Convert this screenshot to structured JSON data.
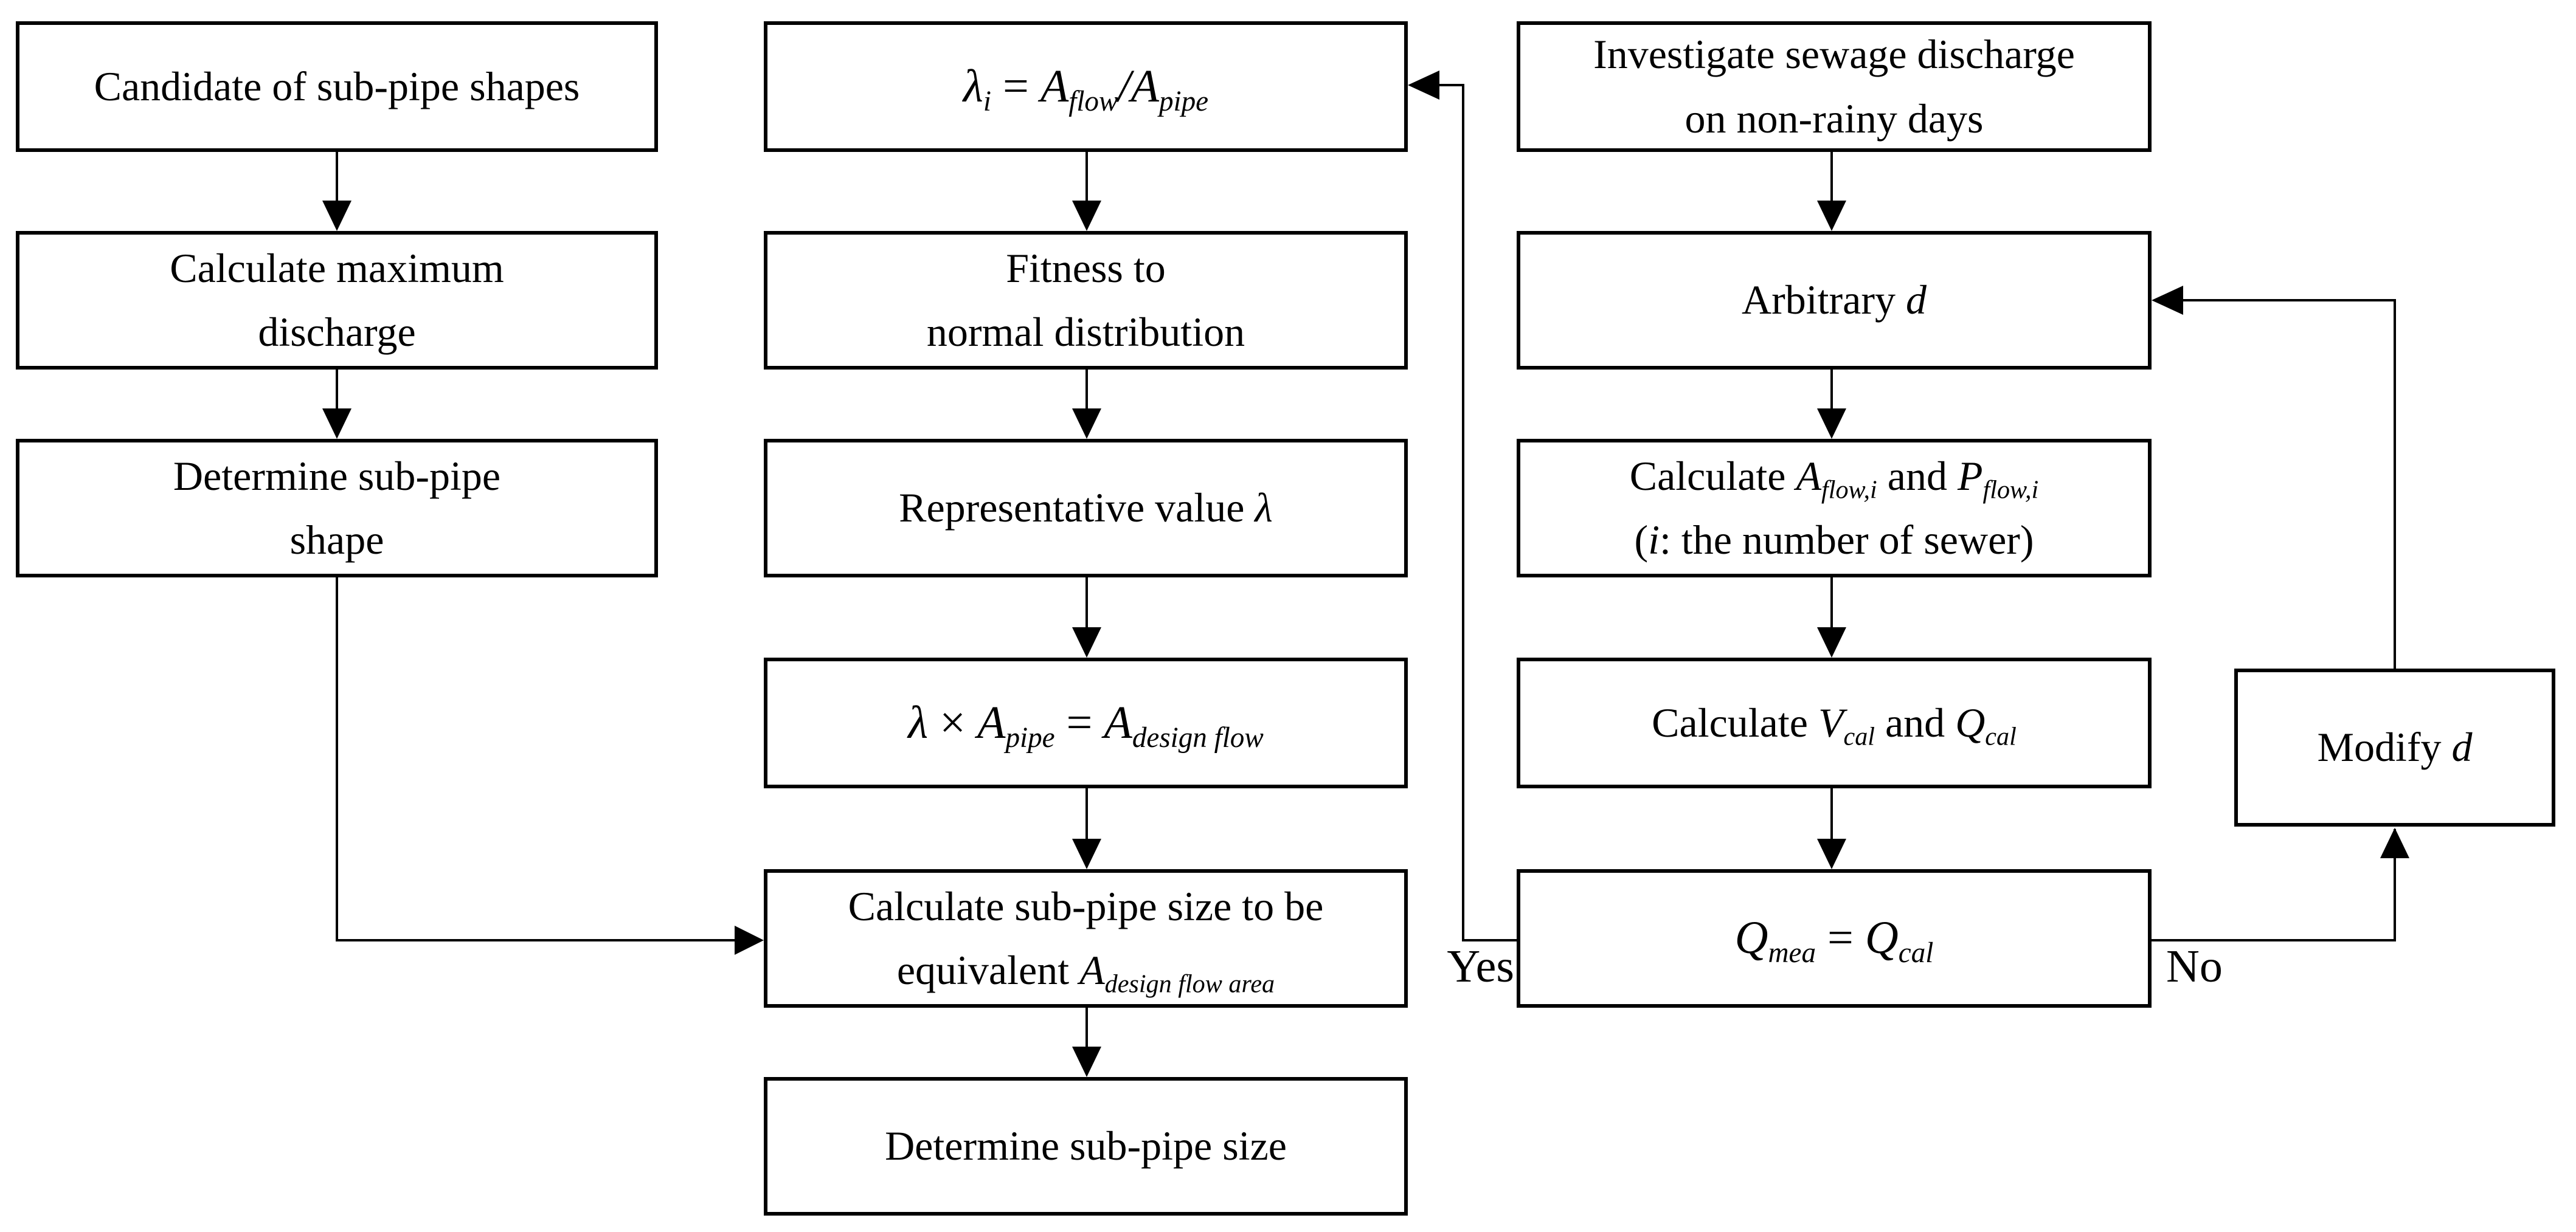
{
  "colors": {
    "line": "#000000",
    "background": "#ffffff",
    "text": "#000000"
  },
  "labels": {
    "yes": "Yes",
    "no": "No"
  },
  "nodes": {
    "candidate": {
      "lines": [
        [
          {
            "t": "Candidate of sub-pipe shapes"
          }
        ]
      ]
    },
    "calc_max": {
      "lines": [
        [
          {
            "t": "Calculate maximum"
          }
        ],
        [
          {
            "t": "discharge"
          }
        ]
      ]
    },
    "determine_shape": {
      "lines": [
        [
          {
            "t": "Determine sub-pipe"
          }
        ],
        [
          {
            "t": "shape"
          }
        ]
      ]
    },
    "lambda_eq": {
      "lines": [
        [
          {
            "t": "λ",
            "s": "var"
          },
          {
            "t": "i",
            "s": "sub"
          },
          {
            "t": " = "
          },
          {
            "t": "A",
            "s": "var"
          },
          {
            "t": "flow",
            "s": "sub"
          },
          {
            "t": "/",
            "s": "var"
          },
          {
            "t": "A",
            "s": "var"
          },
          {
            "t": "pipe",
            "s": "sub"
          }
        ]
      ]
    },
    "fitness": {
      "lines": [
        [
          {
            "t": "Fitness to"
          }
        ],
        [
          {
            "t": "normal distribution"
          }
        ]
      ]
    },
    "representative": {
      "lines": [
        [
          {
            "t": "Representative value "
          },
          {
            "t": "λ",
            "s": "var"
          }
        ]
      ]
    },
    "design_flow_eq": {
      "lines": [
        [
          {
            "t": "λ",
            "s": "var"
          },
          {
            "t": " × "
          },
          {
            "t": "A",
            "s": "var"
          },
          {
            "t": "pipe",
            "s": "sub"
          },
          {
            "t": " = "
          },
          {
            "t": "A",
            "s": "var"
          },
          {
            "t": "design flow",
            "s": "sub"
          }
        ]
      ]
    },
    "calc_subpipe": {
      "lines": [
        [
          {
            "t": "Calculate sub-pipe size to be"
          }
        ],
        [
          {
            "t": "equivalent "
          },
          {
            "t": "A",
            "s": "var"
          },
          {
            "t": "design flow area",
            "s": "sub"
          }
        ]
      ]
    },
    "determine_size": {
      "lines": [
        [
          {
            "t": "Determine sub-pipe size"
          }
        ]
      ]
    },
    "investigate": {
      "lines": [
        [
          {
            "t": "Investigate sewage discharge"
          }
        ],
        [
          {
            "t": "on non-rainy days"
          }
        ]
      ]
    },
    "arbitrary_d": {
      "lines": [
        [
          {
            "t": "Arbitrary "
          },
          {
            "t": "d",
            "s": "var"
          }
        ]
      ]
    },
    "calc_aflow_pflow": {
      "lines": [
        [
          {
            "t": "Calculate "
          },
          {
            "t": "A",
            "s": "var"
          },
          {
            "t": "flow,i",
            "s": "sub"
          },
          {
            "t": " and "
          },
          {
            "t": "P",
            "s": "var"
          },
          {
            "t": "flow,i",
            "s": "sub"
          }
        ],
        [
          {
            "t": "("
          },
          {
            "t": "i",
            "s": "var"
          },
          {
            "t": ": the number of sewer)"
          }
        ]
      ]
    },
    "calc_vcal_qcal": {
      "lines": [
        [
          {
            "t": "Calculate "
          },
          {
            "t": "V",
            "s": "var"
          },
          {
            "t": "cal",
            "s": "sub"
          },
          {
            "t": " and "
          },
          {
            "t": "Q",
            "s": "var"
          },
          {
            "t": "cal",
            "s": "sub"
          }
        ]
      ]
    },
    "qmea_qcal": {
      "lines": [
        [
          {
            "t": "Q",
            "s": "var"
          },
          {
            "t": "mea",
            "s": "sub"
          },
          {
            "t": " = "
          },
          {
            "t": "Q",
            "s": "var"
          },
          {
            "t": "cal",
            "s": "sub"
          }
        ]
      ]
    },
    "modify_d": {
      "lines": [
        [
          {
            "t": "Modify "
          },
          {
            "t": "d",
            "s": "var"
          }
        ]
      ]
    }
  }
}
